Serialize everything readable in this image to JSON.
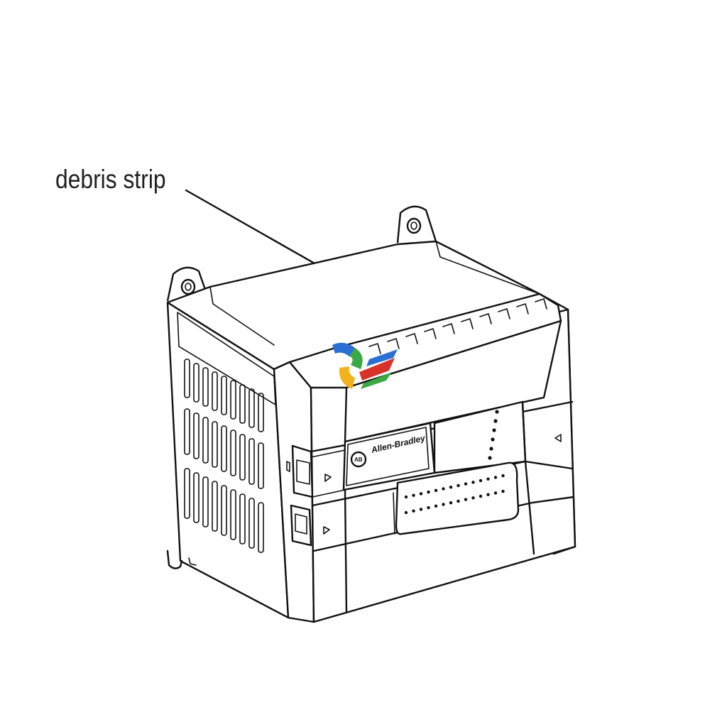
{
  "callout": {
    "label": "debris strip"
  },
  "device": {
    "brand_label": "Allen-Bradley",
    "logo_text": "AB"
  },
  "colors": {
    "line": "#111111",
    "background": "#ffffff",
    "watermark_red": "#d9322b",
    "watermark_green": "#3aa845",
    "watermark_blue": "#2a6fd1",
    "watermark_yellow": "#f2b21c"
  },
  "icons": [
    "arrow-head-icon",
    "mounting-tab-icon",
    "status-led-icon",
    "watermark-logo-icon"
  ]
}
